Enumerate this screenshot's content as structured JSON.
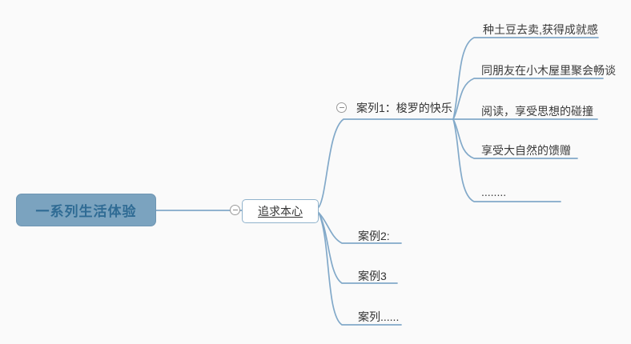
{
  "root": {
    "label": "一系列生活体验"
  },
  "main_topic": {
    "label": "追求本心"
  },
  "branches": [
    {
      "label": "案列1：梭罗的快乐",
      "children": [
        "种土豆去卖,获得成就感",
        "同朋友在小木屋里聚会畅谈",
        "阅读，享受思想的碰撞",
        "享受大自然的馈赠",
        "........"
      ]
    },
    {
      "label": "案例2:"
    },
    {
      "label": "案例3"
    },
    {
      "label": "案列......"
    }
  ],
  "icons": {
    "collapse_main": "minus-icon",
    "collapse_branch1": "minus-icon"
  },
  "colors": {
    "branch_line": "#82a9c9",
    "root_fill": "#7ba3bf",
    "root_text": "#2f6b94",
    "canvas_bg": "#fafafa"
  }
}
